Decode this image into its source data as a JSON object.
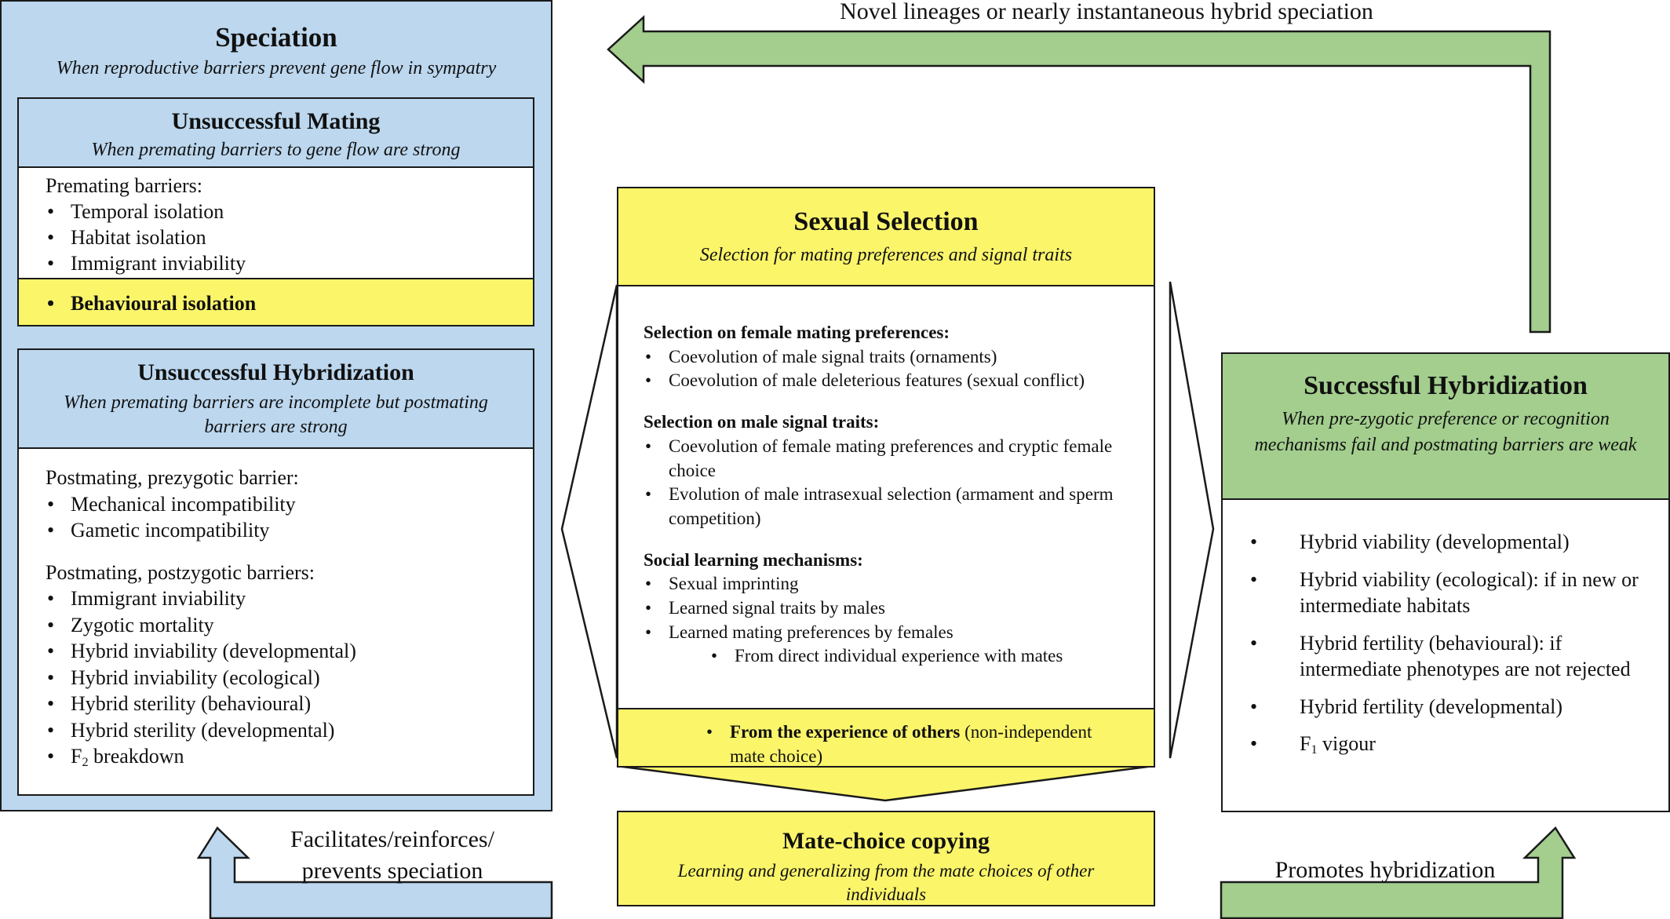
{
  "colors": {
    "blue": "#bcd7ee",
    "yellow": "#fbf56a",
    "green": "#a3ce8e"
  },
  "speciation": {
    "title": "Speciation",
    "subtitle": "When reproductive barriers prevent gene flow in sympatry"
  },
  "unsuccessful_mating": {
    "title": "Unsuccessful Mating",
    "subtitle": "When premating barriers to gene flow are strong",
    "heading": "Premating barriers:",
    "items": [
      "Temporal isolation",
      "Habitat isolation",
      "Immigrant inviability"
    ],
    "highlight": "Behavioural isolation"
  },
  "unsuccessful_hybridization": {
    "title": "Unsuccessful Hybridization",
    "subtitle": "When premating barriers are incomplete but postmating barriers are strong",
    "heading1": "Postmating, prezygotic barrier:",
    "items1": [
      "Mechanical incompatibility",
      "Gametic incompatibility"
    ],
    "heading2": "Postmating, postzygotic barriers:",
    "items2": [
      "Immigrant inviability",
      "Zygotic mortality",
      "Hybrid inviability (developmental)",
      "Hybrid inviability (ecological)",
      "Hybrid sterility (behavioural)",
      "Hybrid sterility (developmental)"
    ],
    "last_item_prefix": "F",
    "last_item_sub": "2",
    "last_item_suffix": " breakdown"
  },
  "sexual_selection": {
    "title": "Sexual Selection",
    "subtitle": "Selection for mating preferences and signal traits",
    "heading1": "Selection on female mating preferences:",
    "items1": [
      "Coevolution of male signal traits (ornaments)",
      "Coevolution of male deleterious features (sexual conflict)"
    ],
    "heading2": "Selection on male signal traits:",
    "items2": [
      "Coevolution of female mating preferences and cryptic female choice",
      "Evolution of male intrasexual selection (armament and sperm competition)"
    ],
    "heading3": "Social learning mechanisms:",
    "items3": [
      "Sexual imprinting",
      "Learned signal traits by males",
      "Learned mating preferences by females"
    ],
    "subitem": "From direct individual experience with mates",
    "highlight_bold": "From the experience of others",
    "highlight_rest": " (non-independent mate choice)"
  },
  "mate_choice_copying": {
    "title": "Mate-choice copying",
    "subtitle": "Learning and generalizing from the mate choices of other individuals"
  },
  "successful_hybridization": {
    "title": "Successful Hybridization",
    "subtitle": "When pre-zygotic preference or recognition mechanisms fail and postmating barriers are weak",
    "items": [
      "Hybrid viability (developmental)",
      "Hybrid viability (ecological): if in new or intermediate habitats",
      "Hybrid fertility (behavioural): if intermediate phenotypes are not rejected",
      "Hybrid fertility (developmental)"
    ],
    "last_item_prefix": "F",
    "last_item_sub": "1",
    "last_item_suffix": " vigour"
  },
  "arrows": {
    "top_label": "Novel lineages or nearly instantaneous hybrid speciation",
    "left_label": "Facilitates/reinforces/ prevents speciation",
    "right_label": "Promotes hybridization"
  }
}
